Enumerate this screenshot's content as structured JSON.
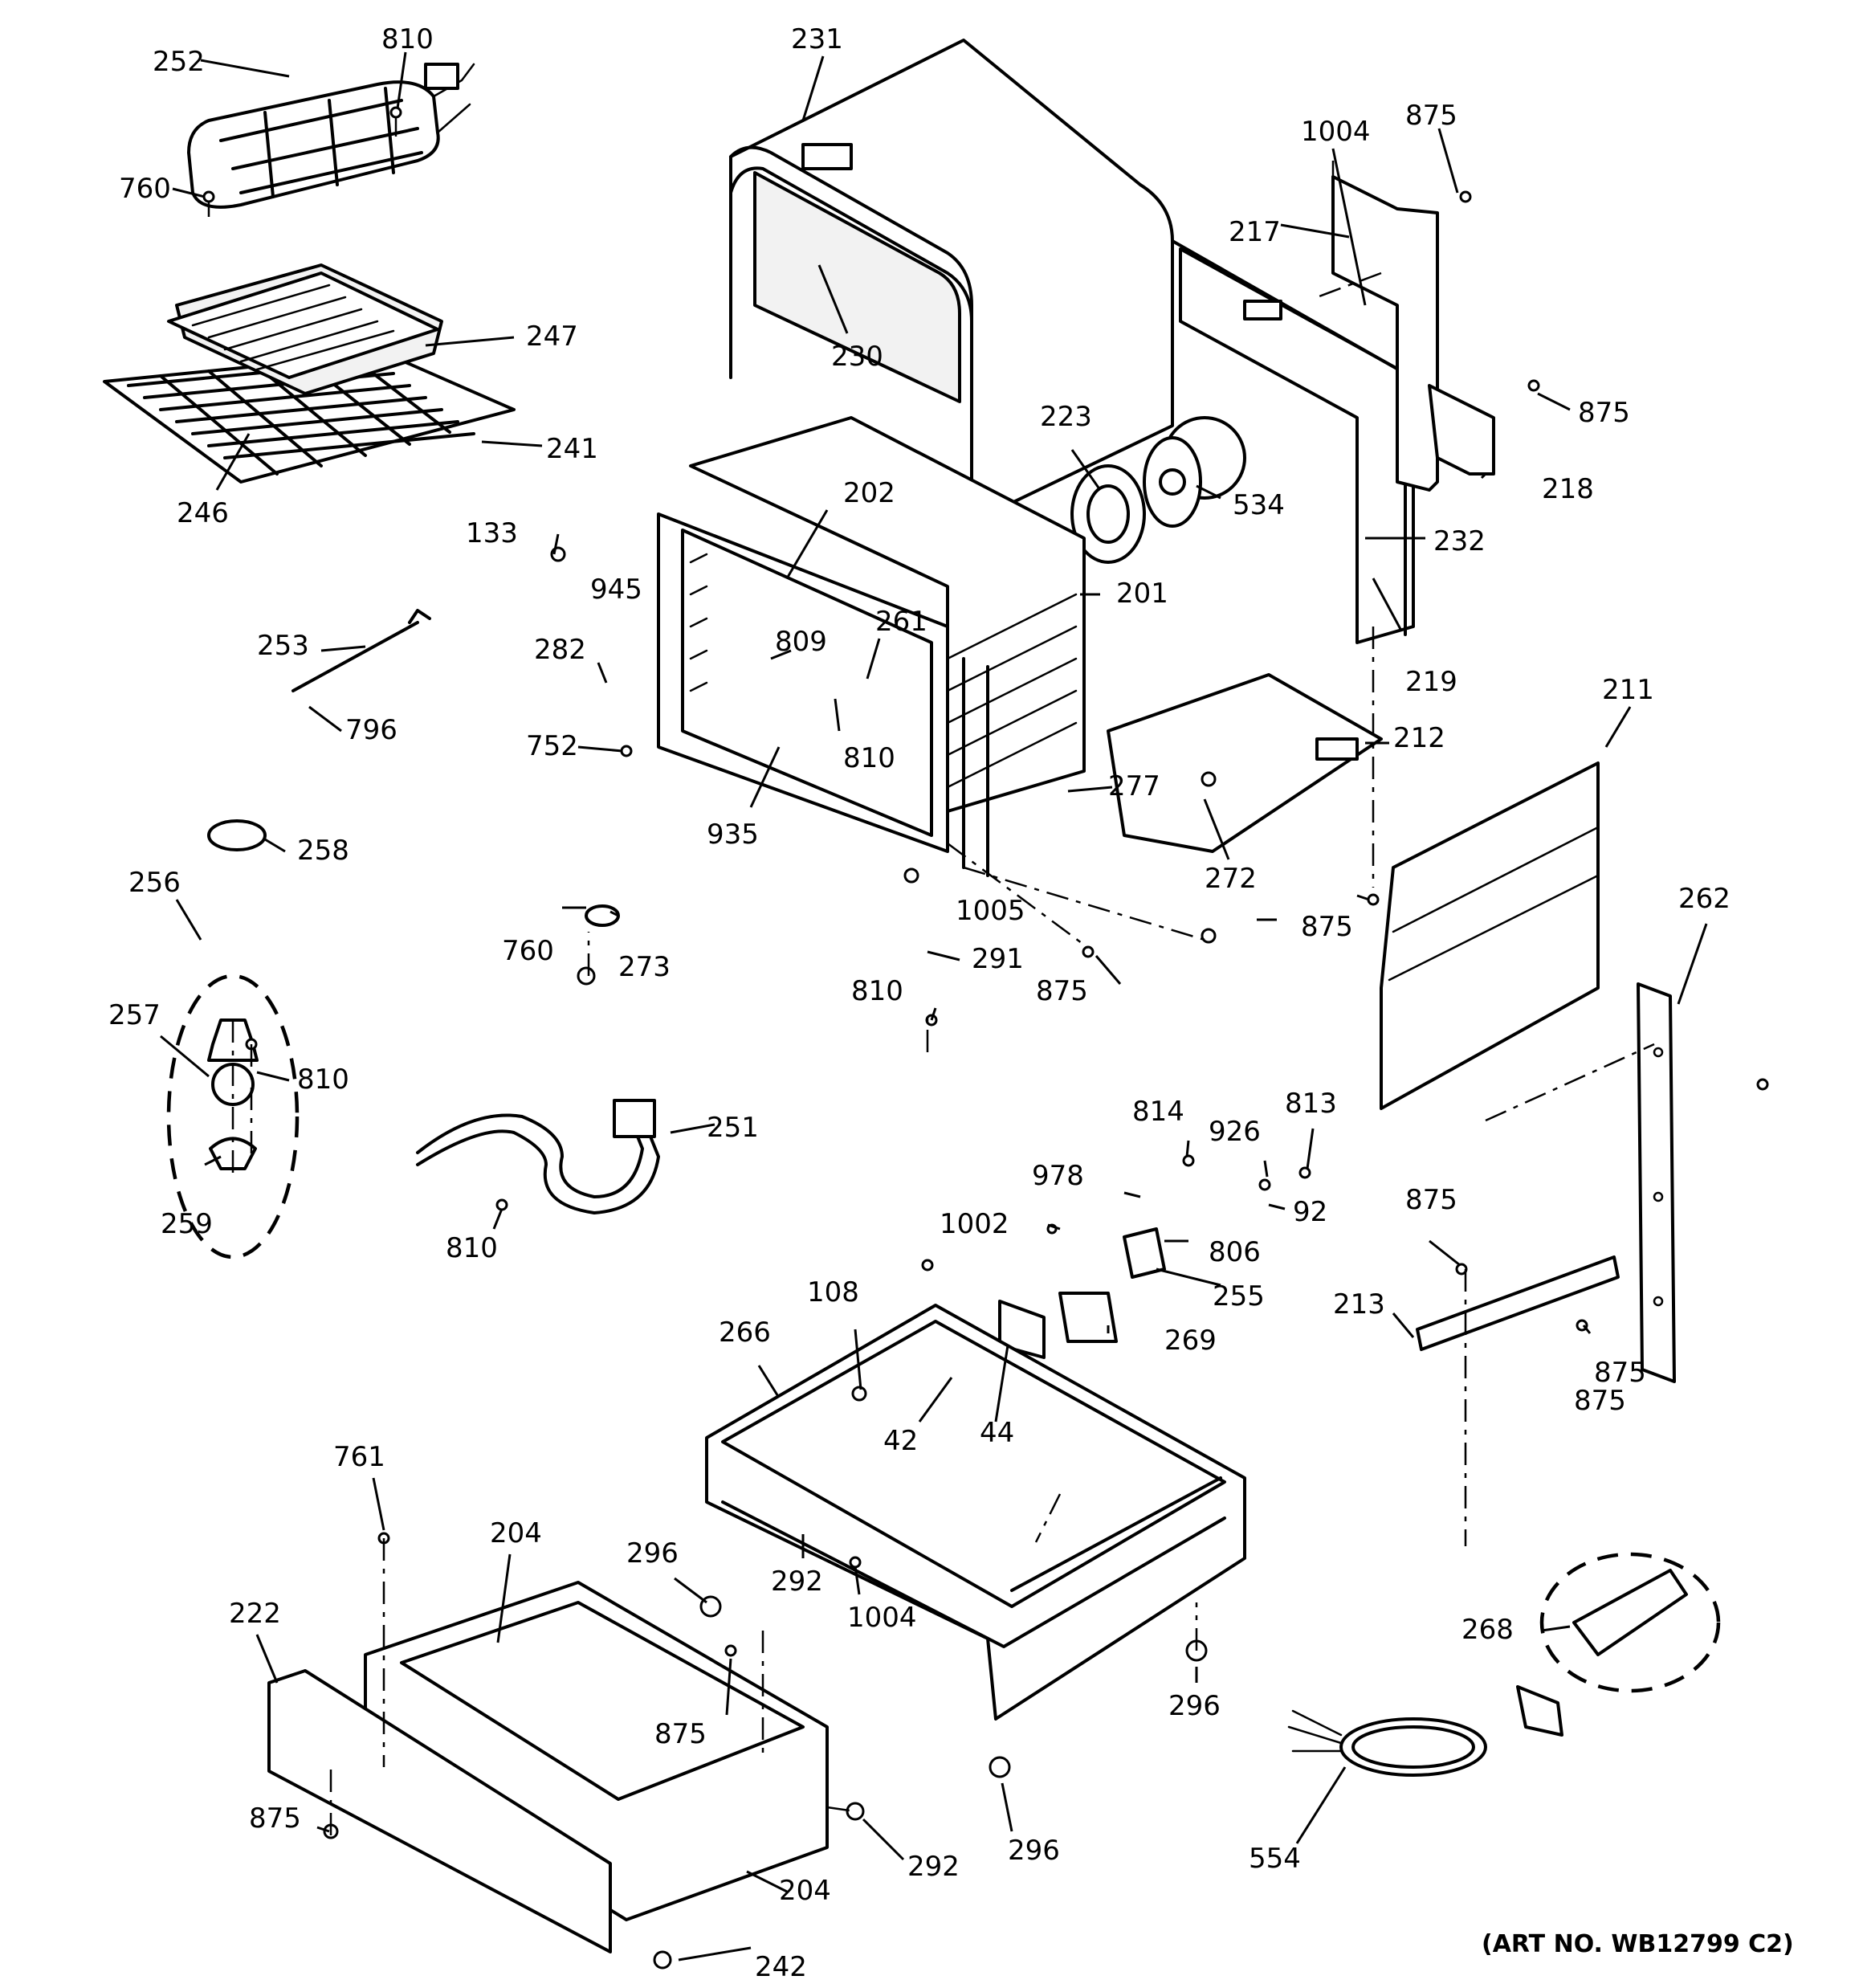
{
  "art_number": "(ART NO. WB12799 C2)",
  "callouts": [
    {
      "id": "c252a",
      "text": "252"
    },
    {
      "id": "c810a",
      "text": "810"
    },
    {
      "id": "c760a",
      "text": "760"
    },
    {
      "id": "c247",
      "text": "247"
    },
    {
      "id": "c241",
      "text": "241"
    },
    {
      "id": "c246",
      "text": "246"
    },
    {
      "id": "c231",
      "text": "231"
    },
    {
      "id": "c230",
      "text": "230"
    },
    {
      "id": "c223",
      "text": "223"
    },
    {
      "id": "c534",
      "text": "534"
    },
    {
      "id": "c1004a",
      "text": "1004"
    },
    {
      "id": "c875a",
      "text": "875"
    },
    {
      "id": "c217",
      "text": "217"
    },
    {
      "id": "c875b",
      "text": "875"
    },
    {
      "id": "c218",
      "text": "218"
    },
    {
      "id": "c232",
      "text": "232"
    },
    {
      "id": "c219",
      "text": "219"
    },
    {
      "id": "c133",
      "text": "133"
    },
    {
      "id": "c202",
      "text": "202"
    },
    {
      "id": "c945",
      "text": "945"
    },
    {
      "id": "c201",
      "text": "201"
    },
    {
      "id": "c261",
      "text": "261"
    },
    {
      "id": "c809",
      "text": "809"
    },
    {
      "id": "c253",
      "text": "253"
    },
    {
      "id": "c796",
      "text": "796"
    },
    {
      "id": "c282",
      "text": "282"
    },
    {
      "id": "c752",
      "text": "752"
    },
    {
      "id": "c810b",
      "text": "810"
    },
    {
      "id": "c935",
      "text": "935"
    },
    {
      "id": "c277",
      "text": "277"
    },
    {
      "id": "c212",
      "text": "212"
    },
    {
      "id": "c211",
      "text": "211"
    },
    {
      "id": "c272",
      "text": "272"
    },
    {
      "id": "c875c",
      "text": "875"
    },
    {
      "id": "c258",
      "text": "258"
    },
    {
      "id": "c256",
      "text": "256"
    },
    {
      "id": "c1005",
      "text": "1005"
    },
    {
      "id": "c760b",
      "text": "760"
    },
    {
      "id": "c273",
      "text": "273"
    },
    {
      "id": "c291",
      "text": "291"
    },
    {
      "id": "c810c",
      "text": "810"
    },
    {
      "id": "c875d",
      "text": "875"
    },
    {
      "id": "c262",
      "text": "262"
    },
    {
      "id": "c257",
      "text": "257"
    },
    {
      "id": "c810d",
      "text": "810"
    },
    {
      "id": "c259",
      "text": "259"
    },
    {
      "id": "c251",
      "text": "251"
    },
    {
      "id": "c810e",
      "text": "810"
    },
    {
      "id": "c814",
      "text": "814"
    },
    {
      "id": "c926",
      "text": "926"
    },
    {
      "id": "c813",
      "text": "813"
    },
    {
      "id": "c978",
      "text": "978"
    },
    {
      "id": "c92",
      "text": "92"
    },
    {
      "id": "c1002",
      "text": "1002"
    },
    {
      "id": "c806",
      "text": "806"
    },
    {
      "id": "c875e",
      "text": "875"
    },
    {
      "id": "c255",
      "text": "255"
    },
    {
      "id": "c213",
      "text": "213"
    },
    {
      "id": "c269",
      "text": "269"
    },
    {
      "id": "c108",
      "text": "108"
    },
    {
      "id": "c266",
      "text": "266"
    },
    {
      "id": "c42",
      "text": "42"
    },
    {
      "id": "c44",
      "text": "44"
    },
    {
      "id": "c875f",
      "text": "875"
    },
    {
      "id": "c761",
      "text": "761"
    },
    {
      "id": "c204a",
      "text": "204"
    },
    {
      "id": "c222",
      "text": "222"
    },
    {
      "id": "c296a",
      "text": "296"
    },
    {
      "id": "c292a",
      "text": "292"
    },
    {
      "id": "c1004b",
      "text": "1004"
    },
    {
      "id": "c268",
      "text": "268"
    },
    {
      "id": "c296b",
      "text": "296"
    },
    {
      "id": "c875g",
      "text": "875"
    },
    {
      "id": "c875h",
      "text": "875"
    },
    {
      "id": "c292b",
      "text": "292"
    },
    {
      "id": "c204b",
      "text": "204"
    },
    {
      "id": "c296c",
      "text": "296"
    },
    {
      "id": "c554",
      "text": "554"
    },
    {
      "id": "c242",
      "text": "242"
    },
    {
      "id": "c875i",
      "text": "875"
    }
  ]
}
